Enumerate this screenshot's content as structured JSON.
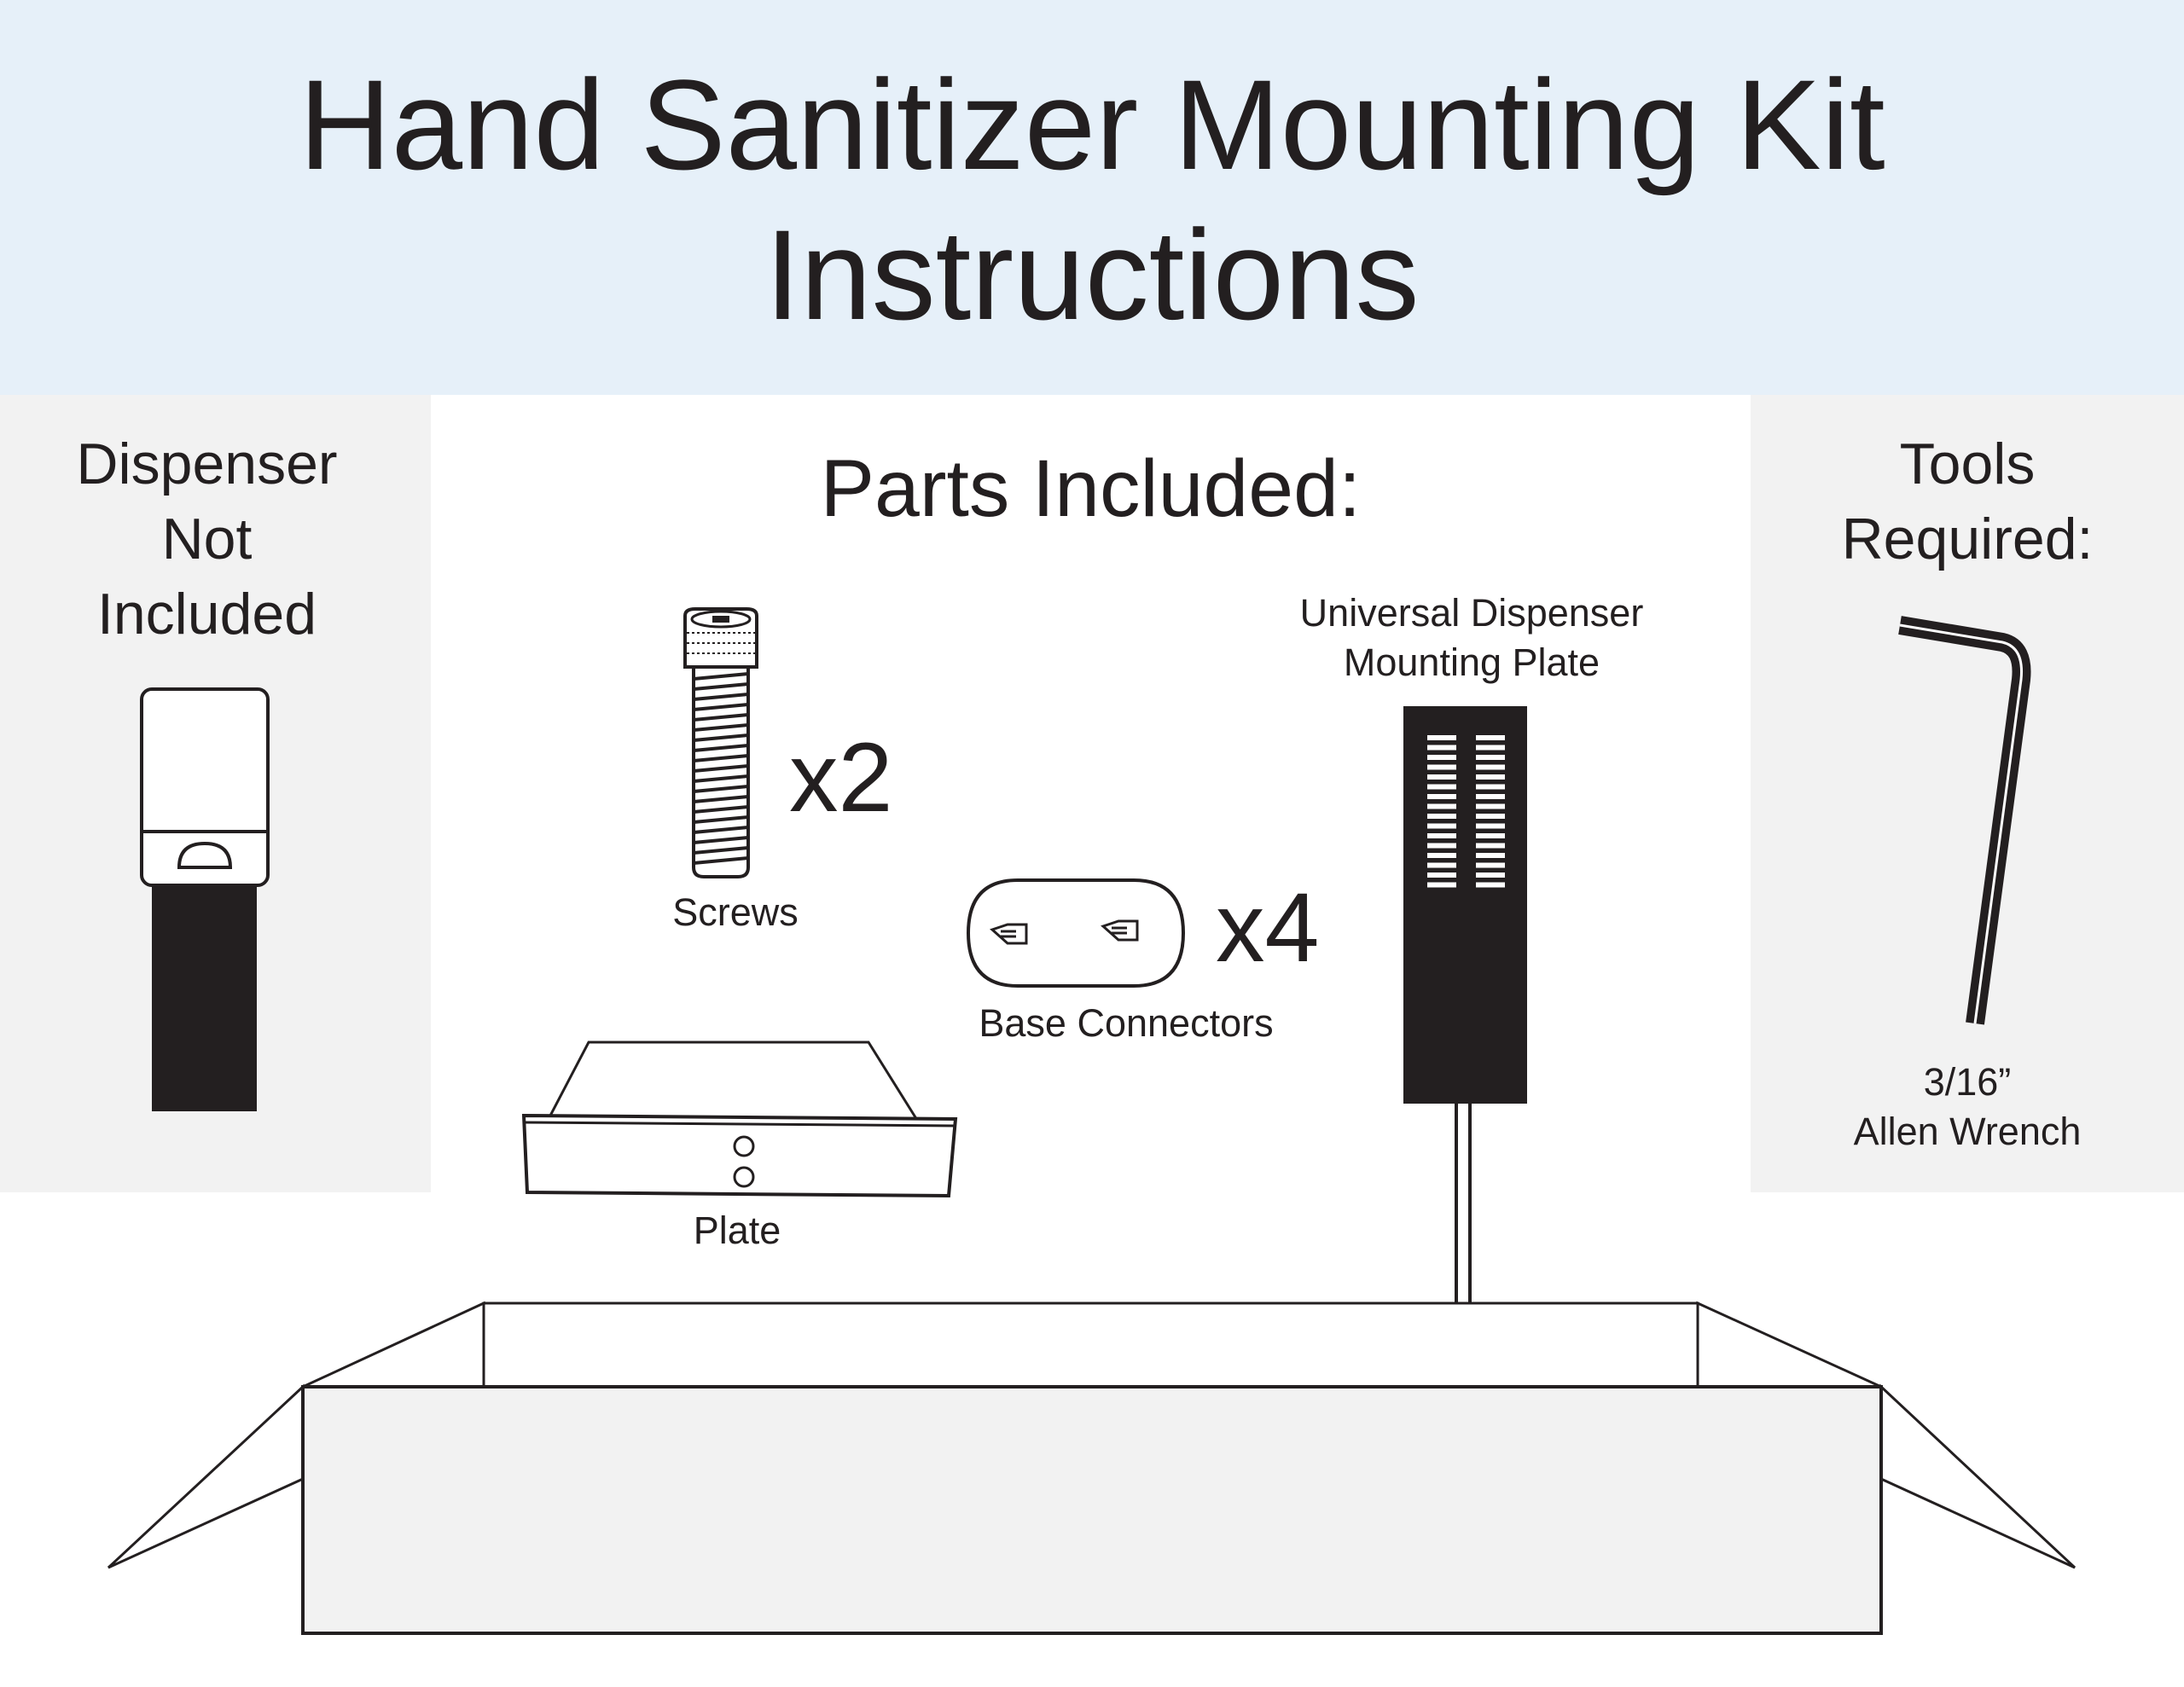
{
  "header": {
    "title_line1": "Hand Sanitizer Mounting Kit",
    "title_line2": "Instructions",
    "background": "#e6f0f9"
  },
  "dispenser_panel": {
    "label_lines": [
      "Dispenser",
      "Not",
      "Included"
    ],
    "icon": "sanitizer-dispenser-icon"
  },
  "parts_panel": {
    "heading": "Parts Included:",
    "parts": [
      {
        "label": "Screws",
        "quantity": "x2",
        "icon": "screw-icon"
      },
      {
        "label": "Base Connectors",
        "quantity": "x4",
        "icon": "base-connector-icon"
      },
      {
        "label": "Plate",
        "icon": "plate-icon"
      },
      {
        "label_lines": [
          "Universal Dispenser",
          "Mounting Plate"
        ],
        "icon": "mounting-plate-icon"
      }
    ]
  },
  "tools_panel": {
    "heading_lines": [
      "Tools",
      "Required:"
    ],
    "tool_label_lines": [
      "3/16”",
      "Allen Wrench"
    ],
    "icon": "allen-wrench-icon"
  },
  "colors": {
    "panel": "#f2f2f2",
    "ink": "#231f20",
    "box_fill": "#f2f2f2"
  }
}
